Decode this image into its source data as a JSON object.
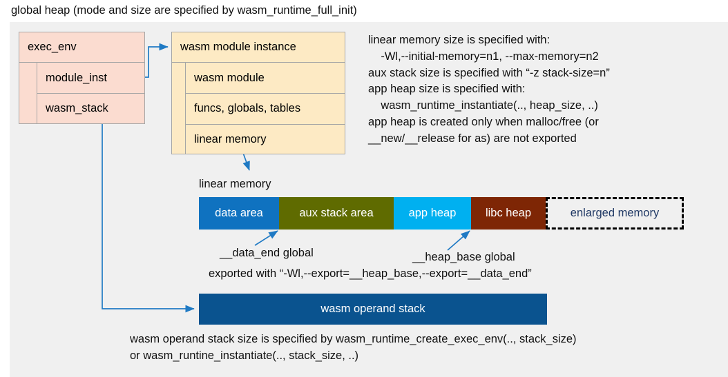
{
  "title": "global heap (mode and size are specified by wasm_runtime_full_init)",
  "structs": {
    "exec_env": {
      "header": "exec_env",
      "rows": [
        "module_inst",
        "wasm_stack"
      ],
      "fill": "#fbdcd0"
    },
    "module_instance": {
      "header": "wasm module instance",
      "rows": [
        "wasm module",
        "funcs, globals, tables",
        "linear memory"
      ],
      "fill": "#fdeac4"
    }
  },
  "notes": {
    "memory": "linear memory size is specified with:\n    -Wl,--initial-memory=n1, --max-memory=n2\naux stack size is specified with “-z stack-size=n”\napp heap size is specified with:\n    wasm_runtime_instantiate(.., heap_size, ..)\napp heap is created only when malloc/free (or\n__new/__release for as) are not exported",
    "stack": "wasm operand stack size is specified by wasm_runtime_create_exec_env(.., stack_size)\nor wasm_runtine_instantiate(.., stack_size, ..)"
  },
  "linear_memory": {
    "label": "linear memory",
    "segments": [
      {
        "label": "data area",
        "color": "#0f72c0",
        "text_color": "#ffffff"
      },
      {
        "label": "aux stack area",
        "color": "#5f6b00",
        "text_color": "#ffffff"
      },
      {
        "label": "app heap",
        "color": "#00b0f0",
        "text_color": "#ffffff"
      },
      {
        "label": "libc heap",
        "color": "#7e2605",
        "text_color": "#ffffff"
      },
      {
        "label": "enlarged memory",
        "color": "#f0f0f0",
        "text_color": "#1f3864"
      }
    ]
  },
  "annotations": {
    "data_end": "__data_end global",
    "heap_base": "__heap_base global",
    "exported": "exported with “-Wl,--export=__heap_base,--export=__data_end”"
  },
  "operand_stack": {
    "label": "wasm operand stack",
    "color": "#0a538f"
  },
  "colors": {
    "page_background": "#ffffff",
    "panel_background": "#f0f0f0",
    "connector": "#1f7ac4",
    "box_border": "#a6a6a6"
  }
}
